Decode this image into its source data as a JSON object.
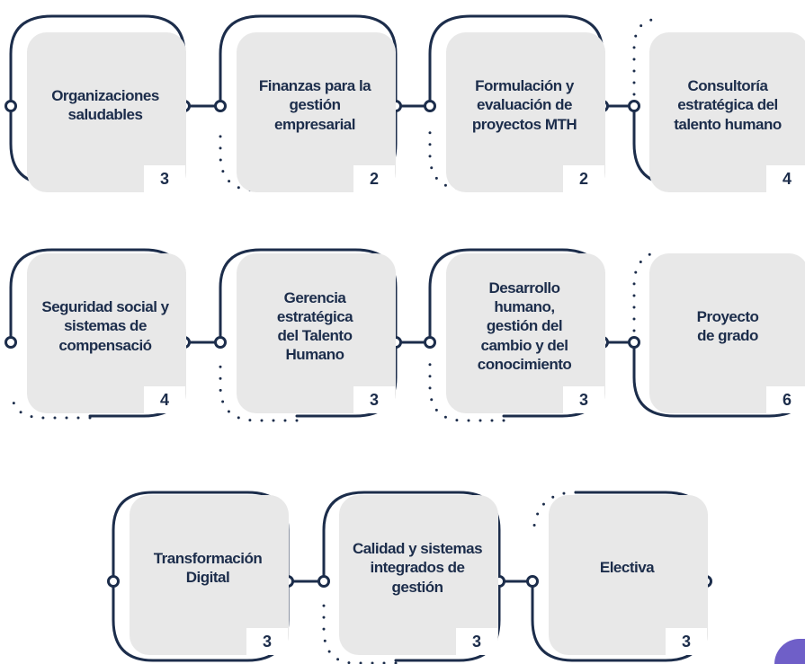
{
  "colors": {
    "frame": "#1c2d4b",
    "tile": "#e8e8e8",
    "text": "#1c2d4b",
    "accent": "#6f5fc8"
  },
  "courses": [
    {
      "name": "Organizaciones\nsaludables",
      "credits": "3"
    },
    {
      "name": "Finanzas para la\ngestión empresarial",
      "credits": "2"
    },
    {
      "name": "Formulación y\nevaluación de\nproyectos MTH",
      "credits": "2"
    },
    {
      "name": "Consultoría\nestratégica del\ntalento humano",
      "credits": "4"
    },
    {
      "name": "Seguridad social y\nsistemas de\ncompensació",
      "credits": "4"
    },
    {
      "name": "Gerencia estratégica\ndel Talento Humano",
      "credits": "3"
    },
    {
      "name": "Desarrollo humano,\ngestión del\ncambio y del\nconocimiento",
      "credits": "3"
    },
    {
      "name": "Proyecto\nde grado",
      "credits": "6"
    },
    {
      "name": "Transformación\nDigital",
      "credits": "3"
    },
    {
      "name": "Calidad y sistemas\nintegrados de\ngestión",
      "credits": "3"
    },
    {
      "name": "Electiva",
      "credits": "3"
    }
  ]
}
